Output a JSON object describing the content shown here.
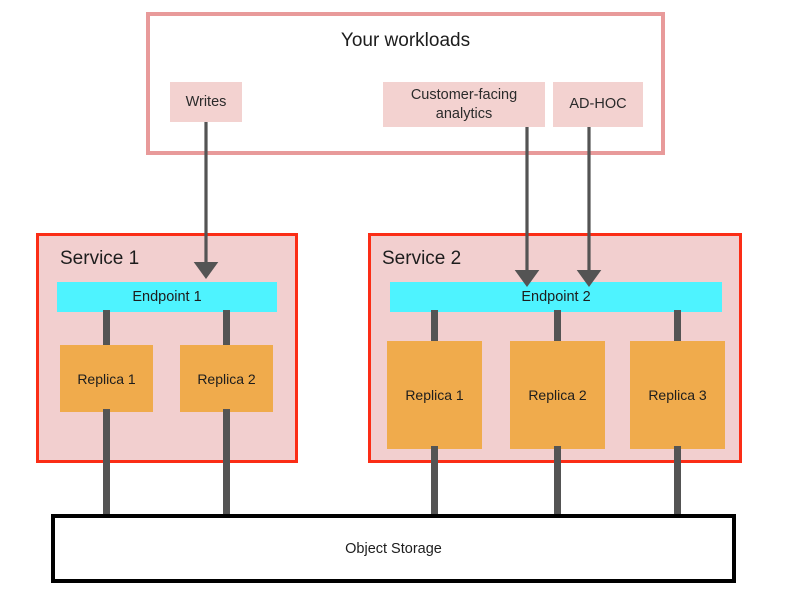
{
  "diagram": {
    "title": "Your workloads",
    "workloads": [
      {
        "id": "writes",
        "label": "Writes"
      },
      {
        "id": "customer-facing-analytics",
        "label": "Customer-facing analytics"
      },
      {
        "id": "ad-hoc",
        "label": "AD-HOC"
      }
    ],
    "services": [
      {
        "id": "service-1",
        "title": "Service 1",
        "endpoint": "Endpoint 1",
        "replicas": [
          "Replica 1",
          "Replica 2"
        ]
      },
      {
        "id": "service-2",
        "title": "Service 2",
        "endpoint": "Endpoint 2",
        "replicas": [
          "Replica 1",
          "Replica 2",
          "Replica 3"
        ]
      }
    ],
    "storage": {
      "label": "Object Storage"
    },
    "colors": {
      "workloads_border": "#e89a9a",
      "chip_fill": "#f3d2d0",
      "service_fill": "#f2cfcf",
      "service_border": "#fb2d16",
      "endpoint_fill": "#4ef3ff",
      "replica_fill": "#f0ab4c",
      "connector": "#545454",
      "storage_border": "#000000",
      "background": "#ffffff",
      "text": "#1d1d1d"
    },
    "connections": [
      {
        "from": "writes",
        "to": "service-1-endpoint",
        "style": "arrow"
      },
      {
        "from": "customer-facing-analytics",
        "to": "service-2-endpoint",
        "style": "arrow"
      },
      {
        "from": "ad-hoc",
        "to": "service-2-endpoint",
        "style": "arrow"
      },
      {
        "from": "service-1-replica-1",
        "to": "object-storage",
        "style": "bar"
      },
      {
        "from": "service-1-replica-2",
        "to": "object-storage",
        "style": "bar"
      },
      {
        "from": "service-2-replica-1",
        "to": "object-storage",
        "style": "bar"
      },
      {
        "from": "service-2-replica-2",
        "to": "object-storage",
        "style": "bar"
      },
      {
        "from": "service-2-replica-3",
        "to": "object-storage",
        "style": "bar"
      }
    ]
  }
}
